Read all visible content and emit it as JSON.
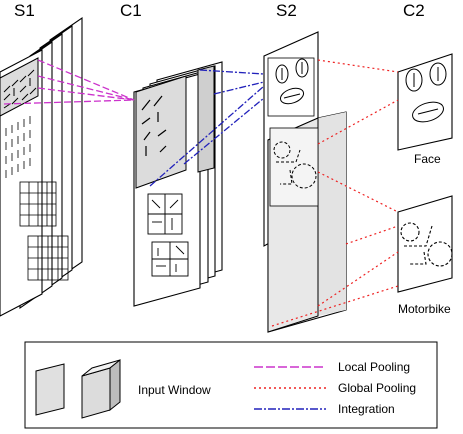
{
  "layers": {
    "s1": "S1",
    "c1": "C1",
    "s2": "S2",
    "c2": "C2"
  },
  "outputs": {
    "face": "Face",
    "motorbike": "Motorbike"
  },
  "legend": {
    "input_window": "Input Window",
    "local_pooling": "Local Pooling",
    "global_pooling": "Global Pooling",
    "integration": "Integration"
  },
  "colors": {
    "local_pooling": "#cc33cc",
    "global_pooling": "#ee2222",
    "integration": "#2222bb",
    "panel_fill": "#e3e3e3",
    "stroke": "#000000"
  }
}
